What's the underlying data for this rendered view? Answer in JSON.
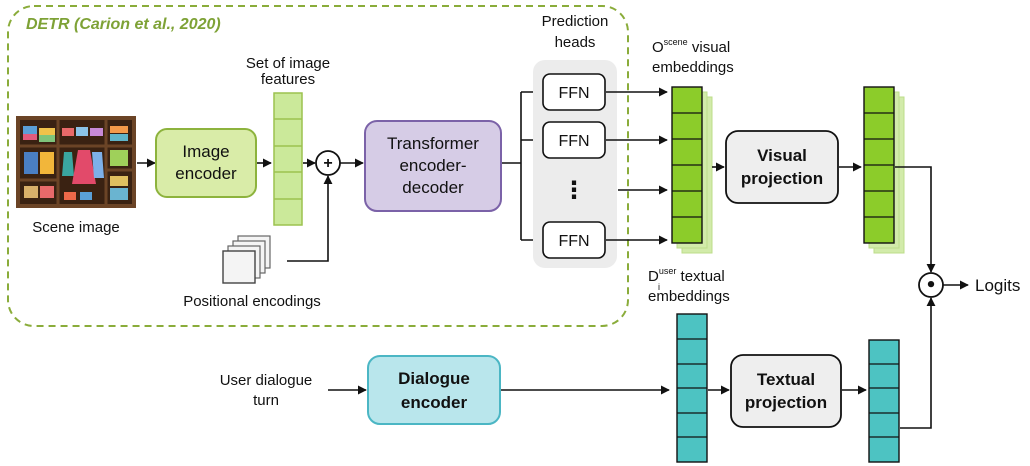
{
  "diagram": {
    "detr_title": "DETR (Carion et al., 2020)",
    "scene_image_label": "Scene image",
    "image_encoder": [
      "Image",
      "encoder"
    ],
    "image_features_label": [
      "Set of image",
      "features"
    ],
    "plus_symbol": "+",
    "positional_encodings_label": "Positional encodings",
    "transformer": [
      "Transformer",
      "encoder-",
      "decoder"
    ],
    "prediction_heads_label": [
      "Prediction",
      "heads"
    ],
    "ffn_label": "FFN",
    "ffn_ellipsis": "⋮",
    "visual_embeddings_label": {
      "base": "O",
      "sup": "scene",
      "rest": " visual",
      "line2": "embeddings"
    },
    "visual_projection": [
      "Visual",
      "projection"
    ],
    "textual_embeddings_label": {
      "base": "D",
      "sub": "i",
      "sup": "user",
      "rest": " textual",
      "line2": "embeddings"
    },
    "textual_projection": [
      "Textual",
      "projection"
    ],
    "dot_symbol": "•",
    "logits_label": "Logits",
    "user_dialogue_label": [
      "User dialogue",
      "turn"
    ],
    "dialogue_encoder": [
      "Dialogue",
      "encoder"
    ]
  },
  "colors": {
    "detr_border": "#8aac3a",
    "detr_title": "#7ea236",
    "image_encoder_fill": "#d9eca8",
    "image_encoder_stroke": "#8db33d",
    "features_fill": "#cbe99a",
    "features_stroke": "#9cc24f",
    "transformer_fill": "#d6cce6",
    "transformer_stroke": "#7b62a8",
    "heads_bg": "#ececec",
    "visual_emb_fill": "#8ccc2a",
    "visual_emb_shadow": "#d2ebaa",
    "projection_fill": "#eeeeee",
    "dialogue_fill": "#b9e6ec",
    "dialogue_stroke": "#4bb6c4",
    "textual_emb_fill": "#4dc3c2"
  },
  "icons": [
    "wardrobe-scene-image",
    "stacked-squares-icon",
    "plus-circle-icon",
    "dot-circle-icon"
  ]
}
